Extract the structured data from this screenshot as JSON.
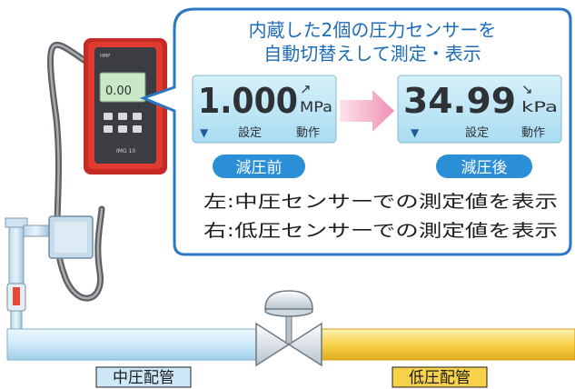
{
  "callout": {
    "line1": "内蔵した2個の圧力センサーを",
    "line2": "自動切替えして測定・表示"
  },
  "display_left": {
    "value": "1.000",
    "arrow": "↗",
    "unit": "MPa",
    "indicator": "▼",
    "label_set": "設定",
    "label_op": "動作"
  },
  "display_right": {
    "value": "34.99",
    "arrow": "↘",
    "unit": "kPa",
    "indicator": "▼",
    "label_set": "設定",
    "label_op": "動作"
  },
  "badges": {
    "before": "減圧前",
    "after": "減圧後"
  },
  "notes": {
    "left": "左:中圧センサーでの測定値を表示",
    "right": "右:低圧センサーでの測定値を表示"
  },
  "device": {
    "screen_value": "0.00",
    "logo": "HMP",
    "model": "IMG 10"
  },
  "pipe_labels": {
    "medium": "中圧配管",
    "low": "低圧配管"
  },
  "colors": {
    "callout_border": "#2a77c4",
    "badge_bg": "#2a8fd6",
    "lcd_bg": "#bfe6f6",
    "medium_pipe": "#cde9f7",
    "low_pipe": "#f7d24a",
    "arrow_pink": "#f2a3c0",
    "device_red": "#d8322c"
  }
}
